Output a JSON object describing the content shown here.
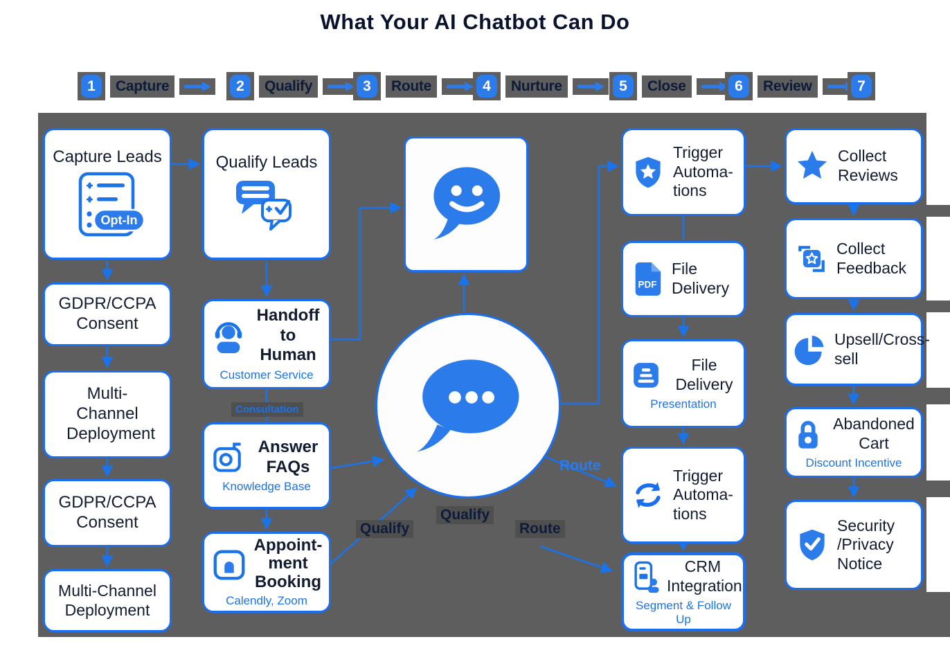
{
  "title": "What Your AI Chatbot Can Do",
  "colors": {
    "accent": "#1a73e8",
    "badge_blue": "#2b7bea",
    "dark_text": "#0d1b3a",
    "backdrop_gray": "#5e5e5e"
  },
  "steps": [
    {
      "num": "1",
      "label": "Capture"
    },
    {
      "num": "2",
      "label": "Qualify"
    },
    {
      "num": "3",
      "label": "Route"
    },
    {
      "num": "4",
      "label": "Nurture"
    },
    {
      "num": "5",
      "label": "Close"
    },
    {
      "num": "6",
      "label": "Review"
    },
    {
      "num": "7",
      "label": ""
    }
  ],
  "left_column": {
    "capture_leads": {
      "title": "Capture Leads",
      "icon": "opt-in-form-icon",
      "badge": "Opt-In"
    },
    "gdpr_1": {
      "title": "GDPR/CCPA Consent"
    },
    "multi_1": {
      "title": "Multi-Channel Deployment"
    },
    "gdpr_2": {
      "title": "GDPR/CCPA Consent"
    },
    "multi_2": {
      "title": "Multi-Channel Deployment"
    }
  },
  "qualify_column": {
    "qualify_leads": {
      "title": "Qualify Leads",
      "icon": "chat-check-icon"
    },
    "handoff": {
      "title": "Handoff to Human",
      "subtitle": "Customer Service",
      "icon": "headset-agent-icon"
    },
    "consultation_label": "Consultation",
    "answer_faqs": {
      "title": "Answer FAQs",
      "subtitle": "Knowledge Base",
      "icon": "knowledge-base-icon"
    },
    "appointment": {
      "title": "Appoint­ment Booking",
      "subtitle": "Calendly, Zoom",
      "icon": "calendar-booking-icon"
    }
  },
  "center": {
    "square_icon": "chat-smiley-icon",
    "circle_icon": "chat-dots-icon",
    "labels": {
      "qualify_left": "Qualify",
      "qualify_center": "Qualify",
      "route_lower": "Route",
      "route_upper": "Route"
    }
  },
  "automation_column": {
    "trigger_1": {
      "title": "Trigger Automa­tions",
      "icon": "shield-star-icon"
    },
    "file_pdf": {
      "title": "File Delivery",
      "icon": "pdf-file-icon",
      "icon_label": "PDF"
    },
    "file_presentation": {
      "title": "File Delivery",
      "subtitle": "Presentation",
      "icon": "document-icon"
    },
    "trigger_2": {
      "title": "Trigger Automa­tions",
      "icon": "sync-arrows-icon"
    },
    "crm": {
      "title": "CRM Integration",
      "subtitle": "Segment & Follow Up",
      "icon": "phone-contact-icon"
    }
  },
  "review_column": {
    "collect_reviews": {
      "title": "Collect Reviews",
      "icon": "star-icon"
    },
    "collect_feedback": {
      "title": "Collect Feedback",
      "icon": "photo-star-icon"
    },
    "upsell": {
      "title": "Upsell/Cross-sell",
      "icon": "pie-chart-icon"
    },
    "abandoned_cart": {
      "title": "Abandoned Cart",
      "subtitle": "Discount Incentive",
      "icon": "lock-icon"
    },
    "security": {
      "title": "Security /Privacy Notice",
      "icon": "shield-check-icon"
    }
  }
}
